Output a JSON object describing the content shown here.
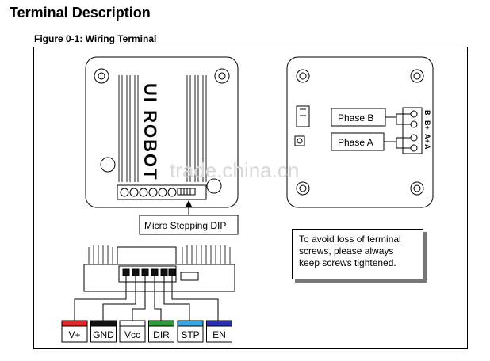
{
  "title": "Terminal Description",
  "figure_caption": "Figure 0-1:  Wiring Terminal",
  "watermark": "trade.china.cn",
  "driver_logo": "UI ROBOT",
  "labels": {
    "micro_stepping_dip": "Micro Stepping DIP",
    "phase_b": "Phase B",
    "phase_a": "Phase A",
    "b_minus": "B-",
    "b_plus": "B+",
    "a_plus": "A+",
    "a_minus": "A-"
  },
  "note": "To avoid loss of terminal screws, please always keep screws tightened.",
  "terminals": [
    {
      "label": "V+",
      "color": "#e3262a"
    },
    {
      "label": "GND",
      "color": "#111111"
    },
    {
      "label": "Vcc",
      "color": "#ffffff"
    },
    {
      "label": "DIR",
      "color": "#2e9a3a"
    },
    {
      "label": "STP",
      "color": "#3aa8de"
    },
    {
      "label": "EN",
      "color": "#2a2fb0"
    }
  ]
}
